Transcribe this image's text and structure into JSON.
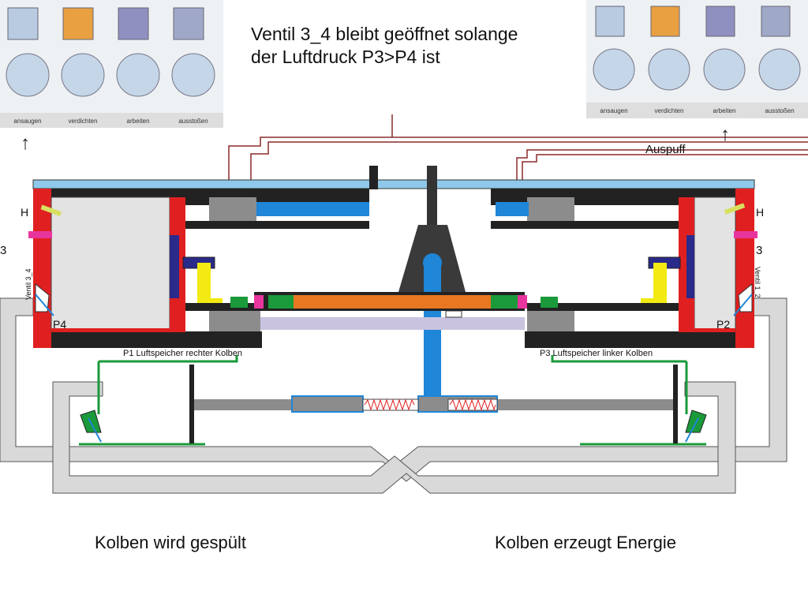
{
  "note_line1": "Ventil 3_4 bleibt geöffnet solange",
  "note_line2": "der Luftdruck P3>P4 ist",
  "strip_labels": [
    "ansaugen",
    "verdichten",
    "arbeiten",
    "ausstoßen"
  ],
  "arrow": "↑",
  "auspuff": "Auspuff",
  "label_H": "H",
  "label_3": "3",
  "valve_left": "Ventil 3_4",
  "valve_right": "Ventil 1_2",
  "label_P4": "P4",
  "label_P2": "P2",
  "storage_left": "P1 Luftspeicher rechter Kolben",
  "storage_right": "P3 Luftspeicher linker Kolben",
  "caption_left": "Kolben wird gespült",
  "caption_right": "Kolben erzeugt Energie",
  "colors": {
    "cylinder_wall": "#e02020",
    "top_plate": "#8fc8ea",
    "body_dark": "#222222",
    "gray_block": "#8c8c8c",
    "blue": "#1f86d8",
    "orange": "#e87722",
    "green_seal": "#1a9a3a",
    "yellow": "#f2ea12",
    "lavender": "#c9c3e0",
    "pipe_gray": "#d8d8d8",
    "pink": "#e8359e"
  }
}
